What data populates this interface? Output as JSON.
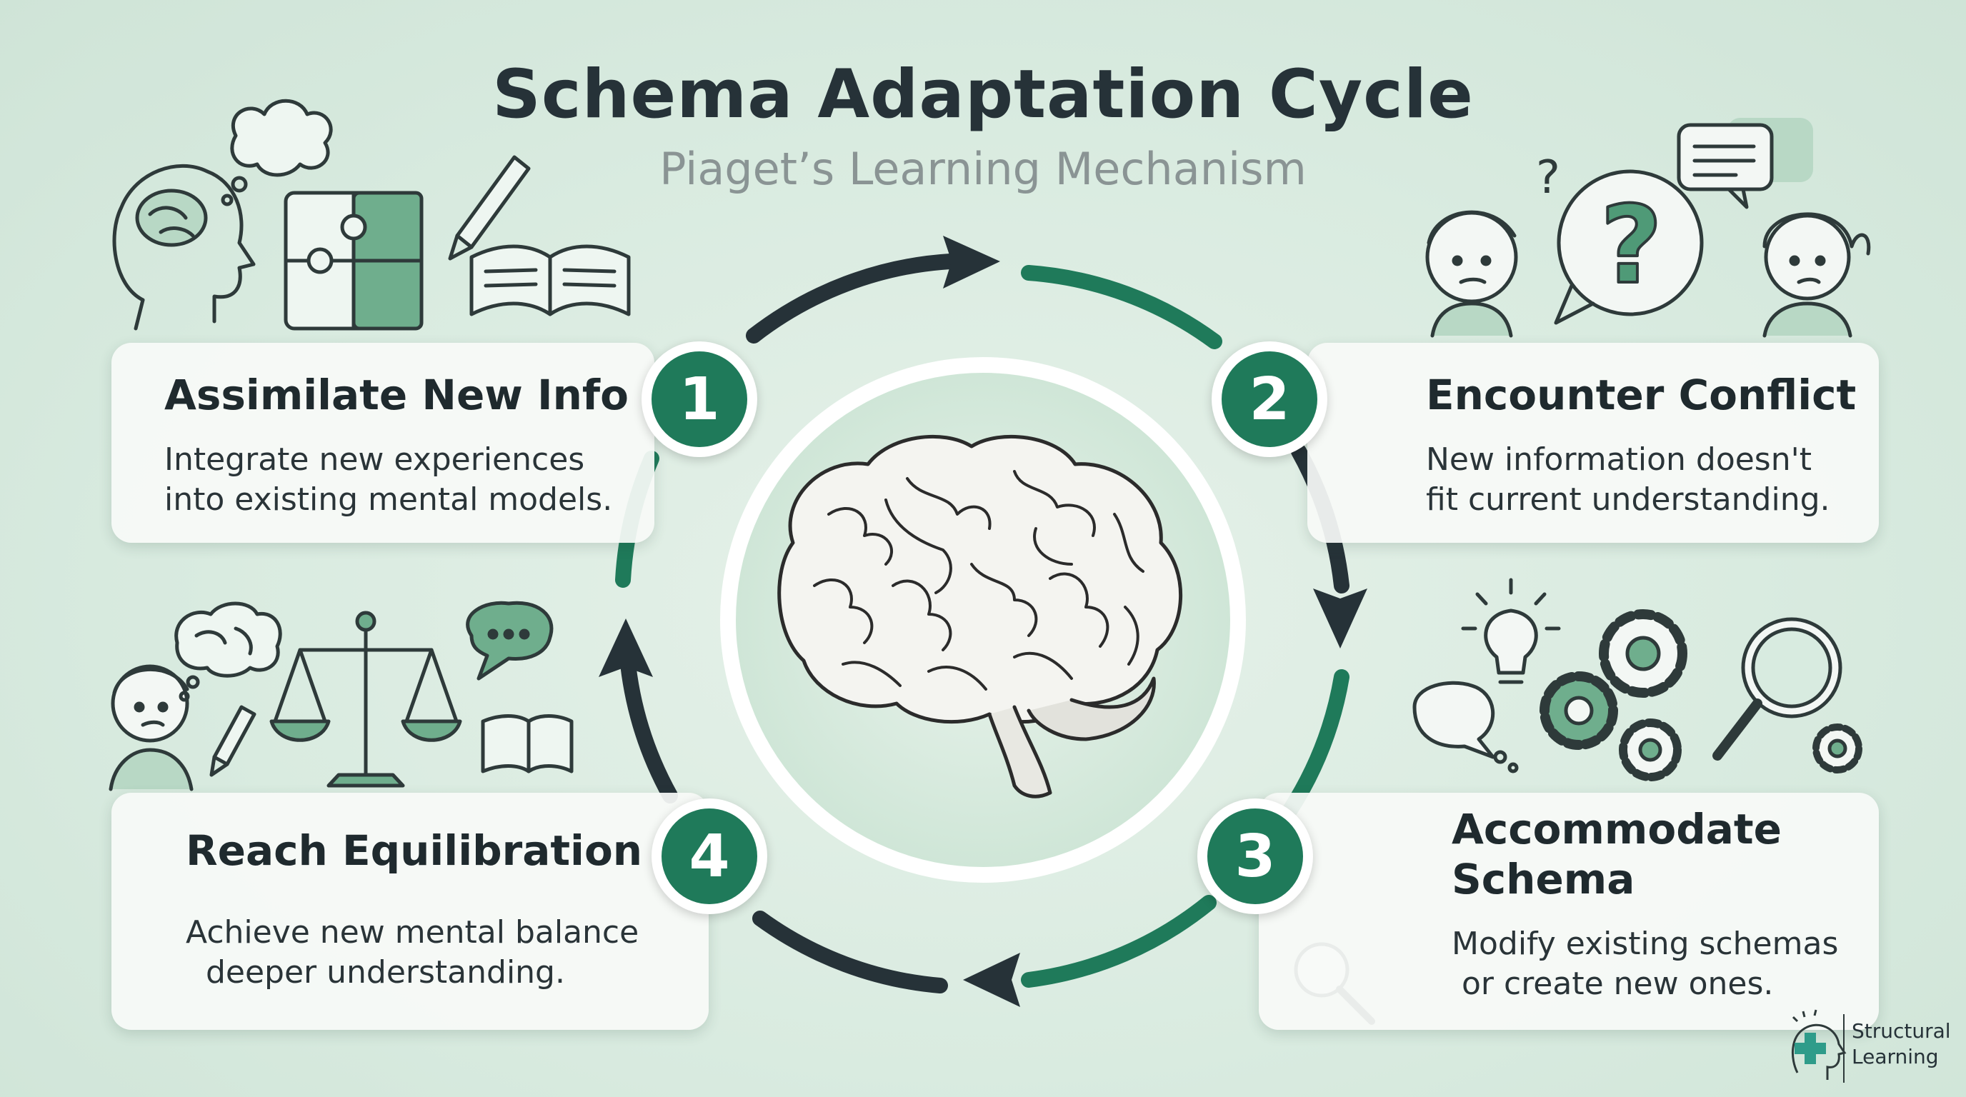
{
  "title": "Schema Adaptation Cycle",
  "subtitle": "Piaget’s Learning Mechanism",
  "colors": {
    "accent_green": "#1f7a5a",
    "arrow_dark": "#263238",
    "card_bg": "#f7faf8",
    "background": "#d9ebe0"
  },
  "steps": [
    {
      "number": "1",
      "title": "Assimilate New Info",
      "desc_lines": [
        "Integrate new experiences",
        "into existing mental models."
      ]
    },
    {
      "number": "2",
      "title": "Encounter Conflict",
      "desc_lines": [
        "New information doesn't",
        "fit current understanding."
      ]
    },
    {
      "number": "3",
      "title_lines": [
        "Accommodate",
        "Schema"
      ],
      "desc_lines": [
        "Modify existing schemas",
        "or create new ones."
      ]
    },
    {
      "number": "4",
      "title": "Reach Equilibration",
      "desc_lines": [
        "Achieve new mental balance",
        "deeper understanding."
      ]
    }
  ],
  "center_icon": "brain-icon",
  "icons": {
    "step1": [
      "head-brain-icon",
      "thought-bubble-icon",
      "puzzle-icon",
      "pencil-icon",
      "open-book-icon"
    ],
    "step2": [
      "confused-boy-icon",
      "question-bubble-icon",
      "thinking-girl-icon",
      "message-bubble-icon"
    ],
    "step3": [
      "lightbulb-icon",
      "speech-bubble-icon",
      "gears-icon",
      "magnifier-icon"
    ],
    "step4": [
      "brain-icon",
      "boy-icon",
      "pencil-icon",
      "balance-scale-icon",
      "chat-bubble-icon",
      "open-book-icon"
    ]
  },
  "logo": {
    "line1": "Structural",
    "line2": "Learning"
  }
}
